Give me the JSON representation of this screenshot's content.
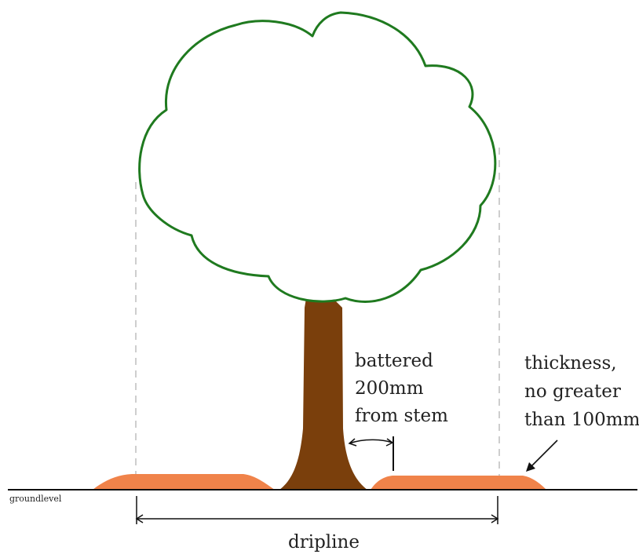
{
  "labels": {
    "battered": [
      "battered",
      "200mm",
      "from stem"
    ],
    "thickness": [
      "thickness,",
      "no greater",
      "than 100mm"
    ],
    "groundlevel": "groundlevel",
    "dripline": "dripline"
  },
  "colors": {
    "canopy_outline": "#1f7a1f",
    "trunk": "#7a3f0c",
    "mulch": "#f0834a",
    "ground_line": "#111111",
    "dashed_guides": "#bdbdbd"
  }
}
